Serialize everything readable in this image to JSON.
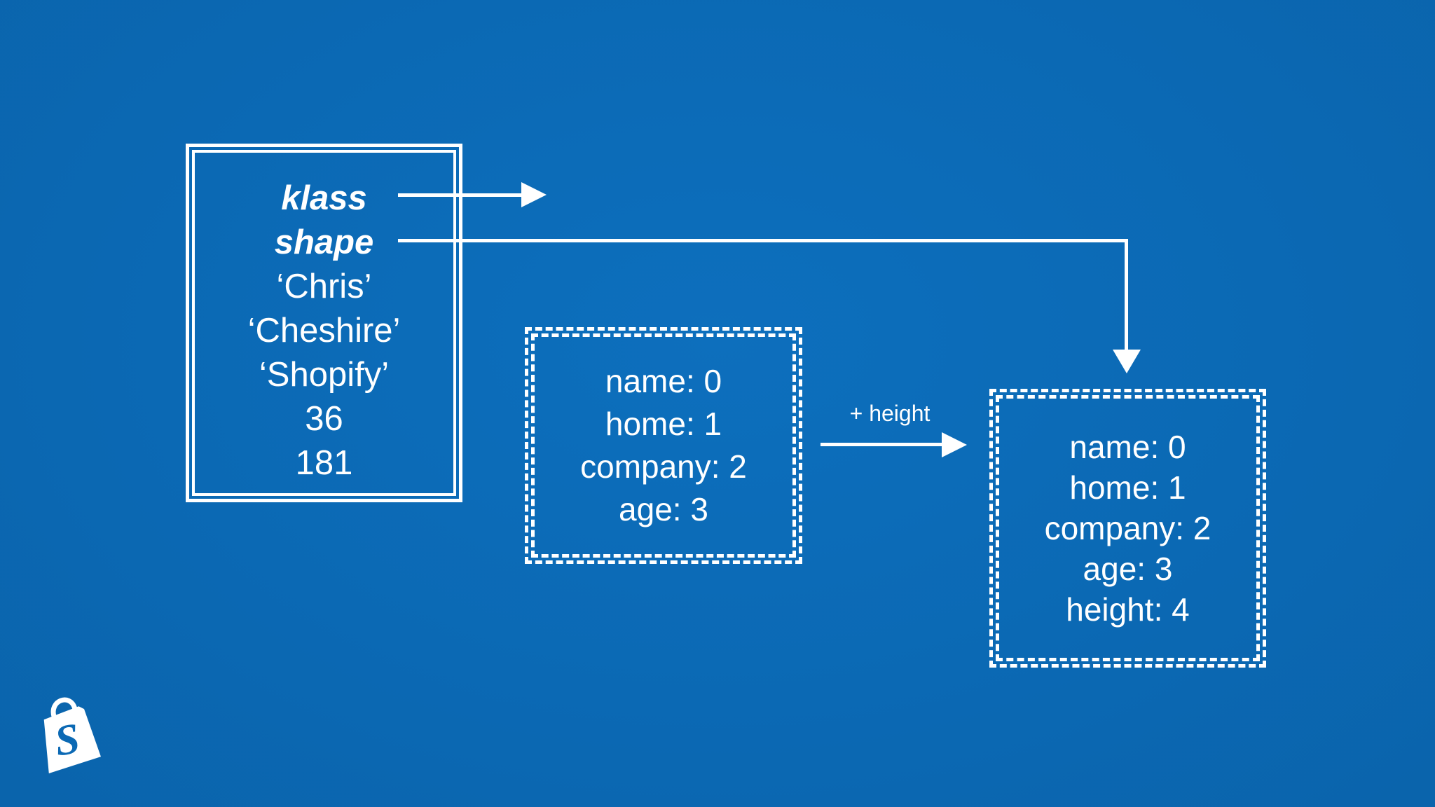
{
  "colors": {
    "background": "#0b69b4",
    "foreground": "#ffffff"
  },
  "object_box": {
    "fields": [
      "klass",
      "shape",
      "‘Chris’",
      "‘Cheshire’",
      "‘Shopify’",
      "36",
      "181"
    ]
  },
  "shape_hash_box": {
    "entries": [
      "name: 0",
      "home: 1",
      "company: 2",
      "age: 3"
    ]
  },
  "new_shape_hash_box": {
    "entries": [
      "name: 0",
      "home: 1",
      "company: 2",
      "age: 3",
      "height: 4"
    ]
  },
  "transition": {
    "label": "+ height"
  },
  "logo": {
    "letter": "S"
  }
}
